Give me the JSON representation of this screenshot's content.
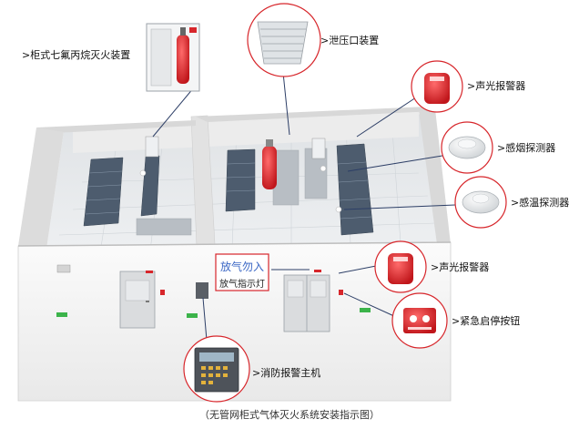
{
  "labels": {
    "cabinet": ">柜式七氟丙烷灭火装置",
    "vent": ">泄压口装置",
    "alarm_top": ">声光报警器",
    "smoke": ">感烟探测器",
    "heat": ">感温探测器",
    "alarm_mid": ">声光报警器",
    "emergency": ">紧急启停按钮",
    "host": ">消防报警主机"
  },
  "sign": {
    "glyphs": "放气勿入",
    "text": "放气指示灯"
  },
  "caption": "（无管网柜式气体灭火系统安装指示图）",
  "colors": {
    "wall": "#f3f3f3",
    "floor": "#e4e6e8",
    "rack": "#5a6a7c",
    "red": "#d7262b",
    "line": "#2c3e66"
  }
}
